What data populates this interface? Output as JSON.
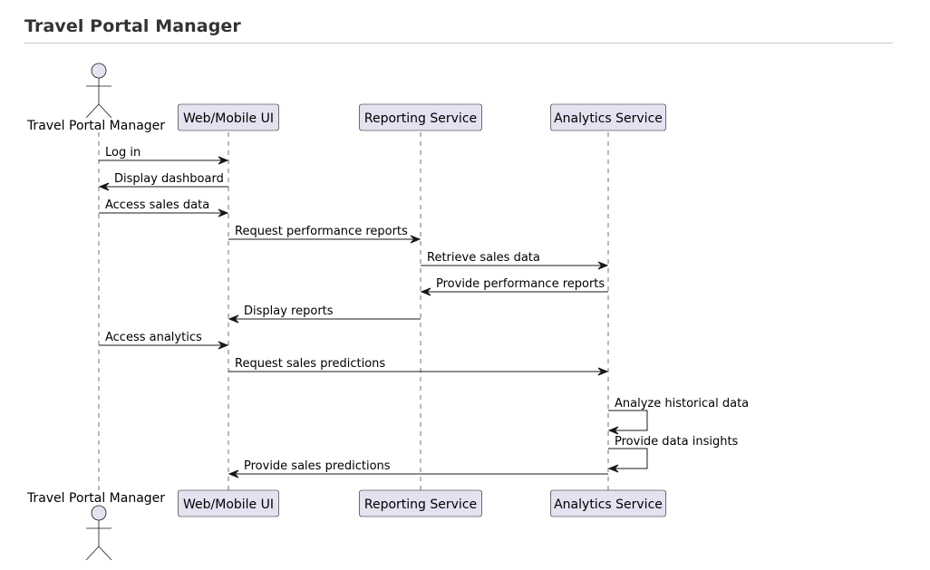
{
  "title": "Travel Portal Manager",
  "participants": [
    {
      "id": "manager",
      "label": "Travel Portal Manager",
      "kind": "actor"
    },
    {
      "id": "ui",
      "label": "Web/Mobile UI",
      "kind": "participant"
    },
    {
      "id": "reporting",
      "label": "Reporting Service",
      "kind": "participant"
    },
    {
      "id": "analytics",
      "label": "Analytics Service",
      "kind": "participant"
    }
  ],
  "messages": [
    {
      "from": "manager",
      "to": "ui",
      "label": "Log in"
    },
    {
      "from": "ui",
      "to": "manager",
      "label": "Display dashboard"
    },
    {
      "from": "manager",
      "to": "ui",
      "label": "Access sales data"
    },
    {
      "from": "ui",
      "to": "reporting",
      "label": "Request performance reports"
    },
    {
      "from": "reporting",
      "to": "analytics",
      "label": "Retrieve sales data"
    },
    {
      "from": "analytics",
      "to": "reporting",
      "label": "Provide performance reports"
    },
    {
      "from": "reporting",
      "to": "ui",
      "label": "Display reports"
    },
    {
      "from": "manager",
      "to": "ui",
      "label": "Access analytics"
    },
    {
      "from": "ui",
      "to": "analytics",
      "label": "Request sales predictions"
    },
    {
      "from": "analytics",
      "to": "analytics",
      "label": "Analyze historical data"
    },
    {
      "from": "analytics",
      "to": "analytics",
      "label": "Provide data insights"
    },
    {
      "from": "analytics",
      "to": "ui",
      "label": "Provide sales predictions"
    }
  ]
}
